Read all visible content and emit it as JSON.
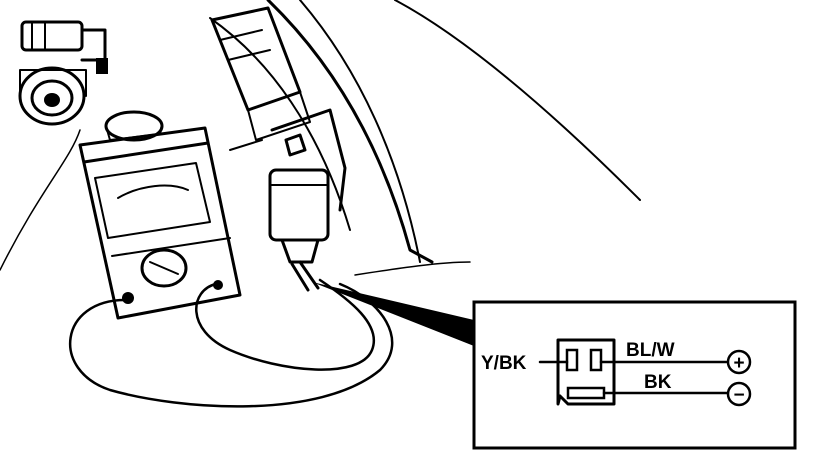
{
  "colors": {
    "ink": "#000000",
    "paper": "#ffffff"
  },
  "callout": {
    "wire_left": "Y/BK",
    "wire_top": "BL/W",
    "wire_bottom": "BK",
    "terminal_positive": "+",
    "terminal_negative": "−"
  }
}
